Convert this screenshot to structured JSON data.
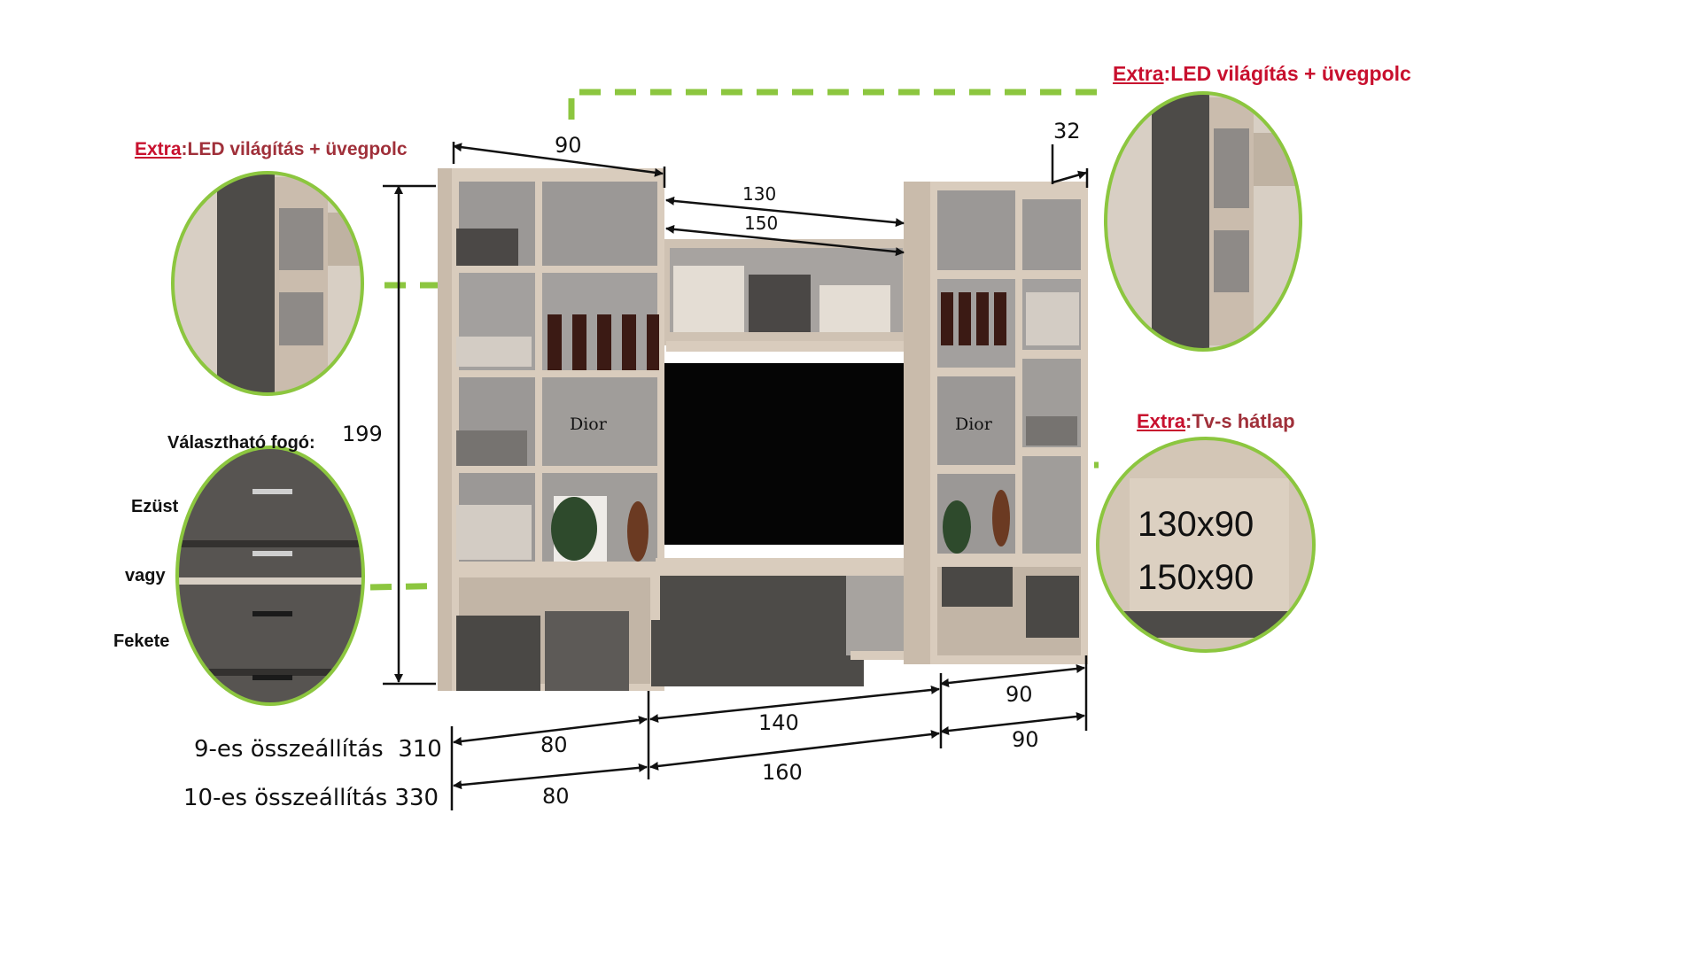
{
  "callouts": {
    "extra_word": "Extra",
    "led_text": ":LED világítás + üvegpolc",
    "tv_text": ":Tv-s hátlap"
  },
  "handle": {
    "title": "Választható fogó:",
    "silver": "Ezüst",
    "or": "vagy",
    "black": "Fekete"
  },
  "back_panel_sizes": [
    "130x90",
    "150x90"
  ],
  "dimensions": {
    "height": "199",
    "top_left_width": "90",
    "top_right_depth": "32",
    "bridge_inner": "130",
    "bridge_outer": "150",
    "right_bottom_a": "90",
    "right_bottom_b": "90",
    "left_a": "80",
    "middle_a": "140",
    "left_b": "80",
    "middle_b": "160"
  },
  "setups": [
    {
      "label": "9-es összeállítás",
      "total": "310"
    },
    {
      "label": "10-es összeállítás",
      "total": "330"
    }
  ],
  "colors": {
    "accent_green": "#8cc63f",
    "extra_red": "#c8102e",
    "wood_light": "#d9ccbd",
    "wood_dark": "#4d4b48"
  },
  "decor": {
    "book_label": "Dior"
  }
}
